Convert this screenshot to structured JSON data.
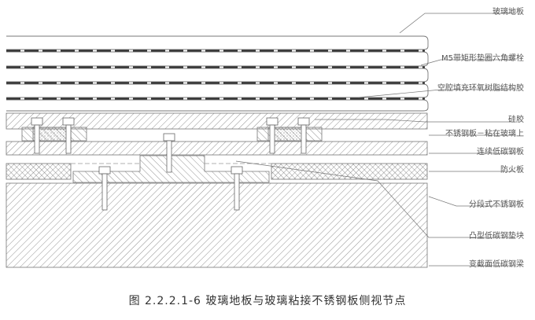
{
  "labels": {
    "glass_floor": "玻璃地板",
    "m5_bolt": "M5带矩形垫圈六角螺栓",
    "epoxy": "空腔填充环氧树脂结构胶",
    "silicone": "硅胶",
    "stainless_plate": "不锈钢板－粘在玻璃上",
    "continuous_steel": "连续低碳钢板",
    "fire_board": "防火板",
    "segmented_stainless": "分段式不锈钢板",
    "convex_pad": "凸型低碳钢垫块",
    "beam": "变截面低碳钢梁"
  },
  "caption": "图 2.2.2.1-6 玻璃地板与玻璃粘接不锈钢板侧视节点",
  "colors": {
    "line": "#666666",
    "text": "#555555"
  }
}
